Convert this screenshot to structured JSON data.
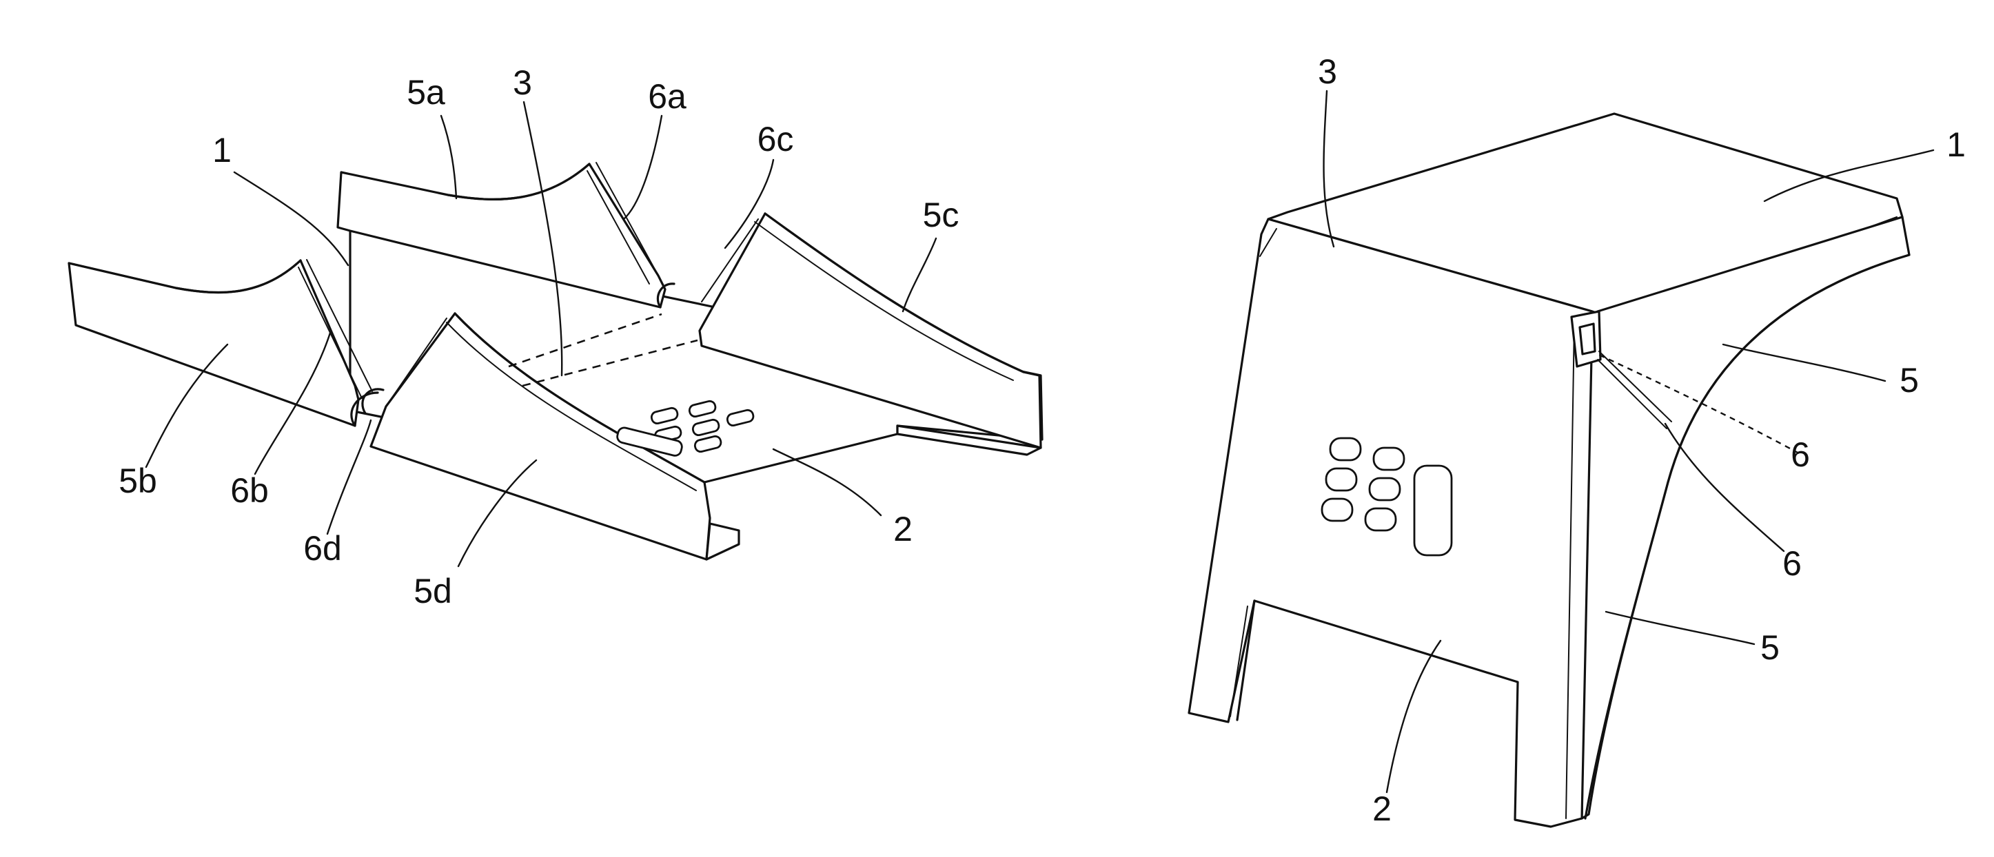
{
  "labels": {
    "left": {
      "n1": "1",
      "n2": "2",
      "n3": "3",
      "n5a": "5a",
      "n5b": "5b",
      "n5c": "5c",
      "n5d": "5d",
      "n6a": "6a",
      "n6b": "6b",
      "n6c": "6c",
      "n6d": "6d"
    },
    "right": {
      "n1": "1",
      "n2": "2",
      "n3": "3",
      "n5_upper": "5",
      "n5_lower": "5",
      "n6_dashed": "6",
      "n6_solid": "6"
    }
  },
  "colors": {
    "line": "#111111",
    "background": "#ffffff"
  }
}
